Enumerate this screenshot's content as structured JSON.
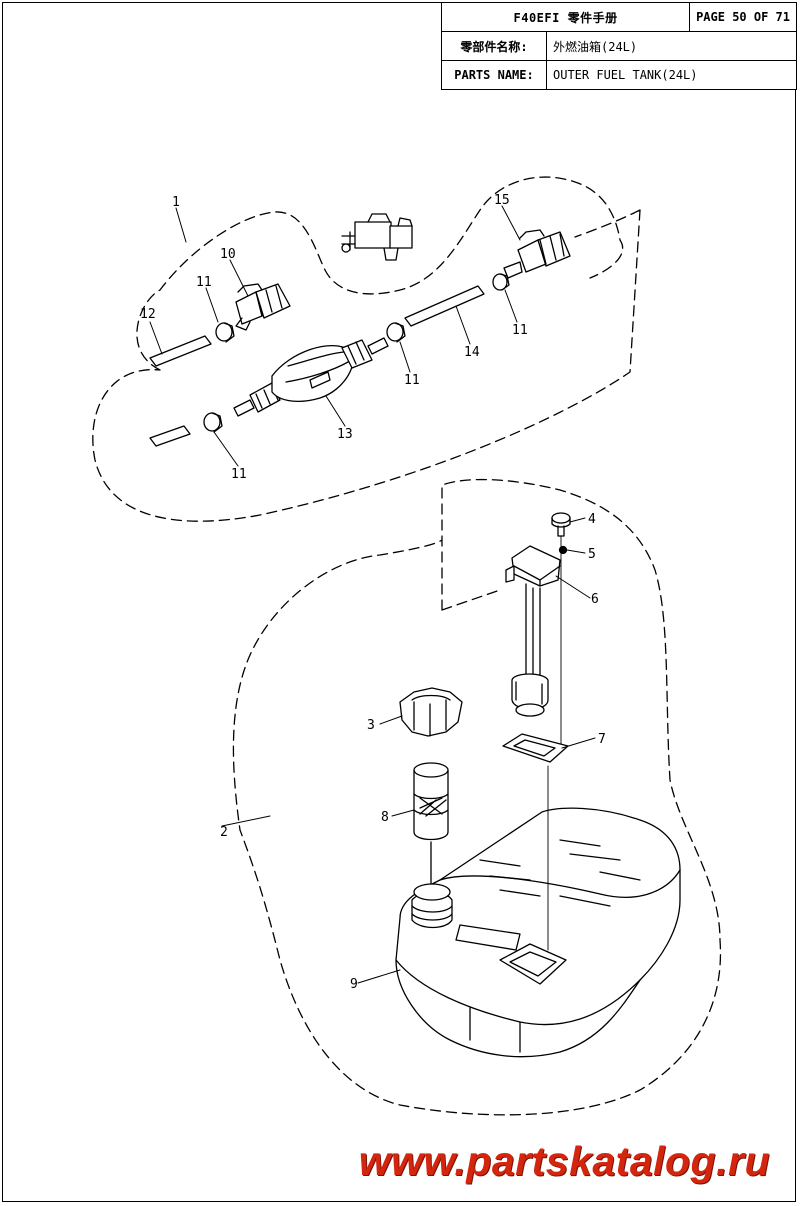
{
  "header": {
    "title": "F40EFI 零件手册",
    "page": "PAGE 50 OF 71",
    "cn_label": "零部件名称:",
    "cn_value": "外燃油箱(24L)",
    "en_label": "PARTS NAME:",
    "en_value": "OUTER FUEL TANK(24L)"
  },
  "callouts": {
    "c1": "1",
    "c2": "2",
    "c3": "3",
    "c4": "4",
    "c5": "5",
    "c6": "6",
    "c7": "7",
    "c8": "8",
    "c9": "9",
    "c10": "10",
    "c11a": "11",
    "c11b": "11",
    "c11c": "11",
    "c11d": "11",
    "c12": "12",
    "c13": "13",
    "c14": "14",
    "c15": "15"
  },
  "watermark": "www.partskatalog.ru",
  "colors": {
    "line": "#000000",
    "watermark": "#d4260f"
  }
}
